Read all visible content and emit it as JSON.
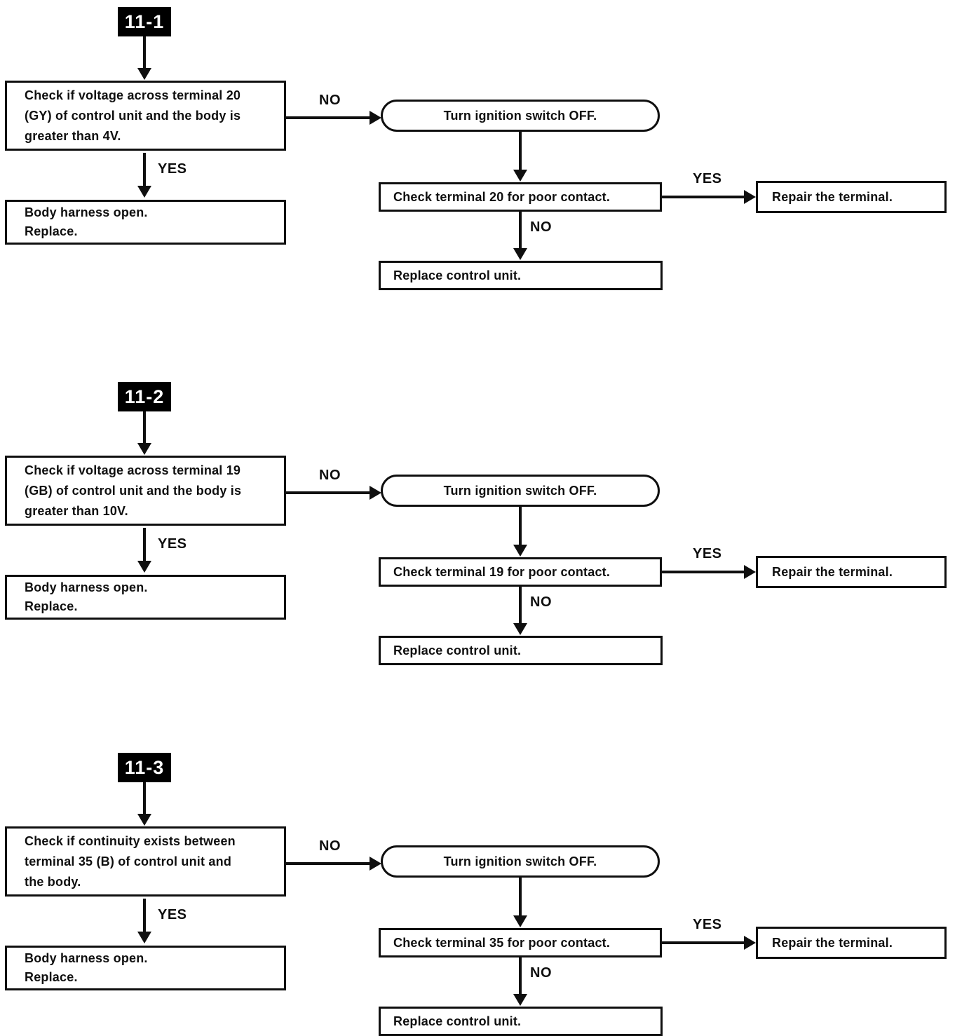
{
  "labels": {
    "yes": "YES",
    "no": "NO"
  },
  "sections": [
    {
      "id": "11-1",
      "check": "Check if voltage across terminal 20\n(GY) of control unit and the body is\ngreater than 4V.",
      "yes_result": "Body harness open.\nReplace.",
      "no_action": "Turn ignition switch OFF.",
      "terminal_check": "Check terminal 20 for poor contact.",
      "repair": "Repair the terminal.",
      "replace": "Replace control unit."
    },
    {
      "id": "11-2",
      "check": "Check if voltage across terminal 19\n(GB) of control unit and the body is\ngreater than 10V.",
      "yes_result": "Body harness open.\nReplace.",
      "no_action": "Turn ignition switch OFF.",
      "terminal_check": "Check terminal 19 for poor contact.",
      "repair": "Repair the terminal.",
      "replace": "Replace control unit."
    },
    {
      "id": "11-3",
      "check": "Check if continuity exists between\nterminal 35 (B) of control unit and\nthe body.",
      "yes_result": "Body harness open.\nReplace.",
      "no_action": "Turn ignition switch OFF.",
      "terminal_check": "Check terminal 35 for poor contact.",
      "repair": "Repair the terminal.",
      "replace": "Replace control unit."
    }
  ]
}
